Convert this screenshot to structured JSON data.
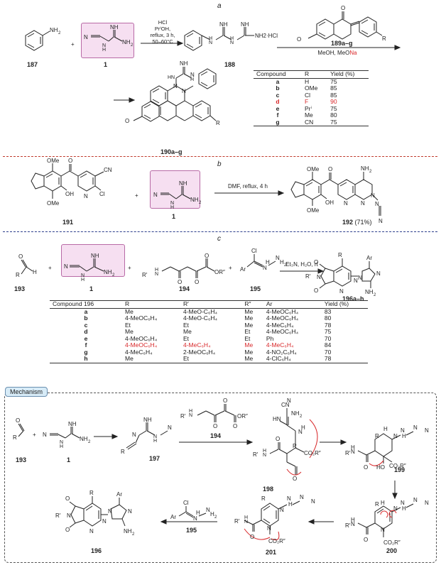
{
  "sections": {
    "a": "a",
    "b": "b",
    "c": "c"
  },
  "partA": {
    "c187": "187",
    "c1": "1",
    "c188": "188",
    "reagent189": "189a–g",
    "c190": "190a–g",
    "nh2": "NH2",
    "nh2hcl": "NH2·HCl",
    "cond1": [
      "HCl",
      "PrⁱOH,",
      "reflux, 3 h,",
      "50–60°C"
    ],
    "cond2_pre": "MeOH, MeO",
    "cond2_red": "Na",
    "table": {
      "headers": [
        "Compound",
        "R",
        "Yield (%)"
      ],
      "rows": [
        {
          "c": "a",
          "r": "H",
          "y": "75"
        },
        {
          "c": "b",
          "r": "OMe",
          "y": "85"
        },
        {
          "c": "c",
          "r": "Cl",
          "y": "85"
        },
        {
          "c": "d",
          "r": "F",
          "y": "90"
        },
        {
          "c": "e",
          "r": "Prⁱ",
          "y": "75"
        },
        {
          "c": "f",
          "r": "Me",
          "y": "80"
        },
        {
          "c": "g",
          "r": "CN",
          "y": "75"
        }
      ]
    }
  },
  "partB": {
    "c191": "191",
    "c1": "1",
    "c192": "192",
    "c192yield": "(71%)",
    "cond": "DMF, reflux, 4 h"
  },
  "partC": {
    "c193": "193",
    "c1": "1",
    "c194": "194",
    "c195": "195",
    "c196": "196a–h",
    "cond": "Et₃N, H₂O, rt",
    "table": {
      "headers": [
        "Compound 196",
        "R",
        "R′",
        "R″",
        "Ar",
        "Yield (%)"
      ],
      "rows": [
        {
          "c": "a",
          "r": "Me",
          "rp": "4-MeO-C₆H₄",
          "rpp": "Me",
          "ar": "4-MeOC₆H₄",
          "y": "83",
          "hl": false
        },
        {
          "c": "b",
          "r": "4-MeOC₆H₄",
          "rp": "4-MeO-C₆H₄",
          "rpp": "Me",
          "ar": "4-MeOC₆H₄",
          "y": "80",
          "hl": false
        },
        {
          "c": "c",
          "r": "Et",
          "rp": "Et",
          "rpp": "Me",
          "ar": "4-MeC₆H₄",
          "y": "78",
          "hl": false
        },
        {
          "c": "d",
          "r": "Me",
          "rp": "Me",
          "rpp": "Et",
          "ar": "4-MeOC₆H₄",
          "y": "75",
          "hl": false
        },
        {
          "c": "e",
          "r": "4-MeOC₆H₄",
          "rp": "Et",
          "rpp": "Et",
          "ar": "Ph",
          "y": "70",
          "hl": false
        },
        {
          "c": "f",
          "r": "4-MeOC₆H₄",
          "rp": "4-MeC₆H₄",
          "rpp": "Me",
          "ar": "4-MeC₆H₄",
          "y": "84",
          "hl": true
        },
        {
          "c": "g",
          "r": "4-MeC₆H₄",
          "rp": "2-MeOC₆H₄",
          "rpp": "Me",
          "ar": "4-NO₂C₆H₄",
          "y": "70",
          "hl": false
        },
        {
          "c": "h",
          "r": "Me",
          "rp": "Et",
          "rpp": "Me",
          "ar": "4-ClC₆H₄",
          "y": "78",
          "hl": false
        }
      ]
    }
  },
  "mechanism": {
    "tag": "Mechanism",
    "c193": "193",
    "c1": "1",
    "c197": "197",
    "c194": "194",
    "c198": "198",
    "c199": "199",
    "c200": "200",
    "c201": "201",
    "c195": "195",
    "c196": "196"
  },
  "colors": {
    "highlight": "#f6dff1",
    "red": "#d8282a",
    "sep_red": "#c0392b",
    "sep_blue": "#2c3e8c"
  }
}
